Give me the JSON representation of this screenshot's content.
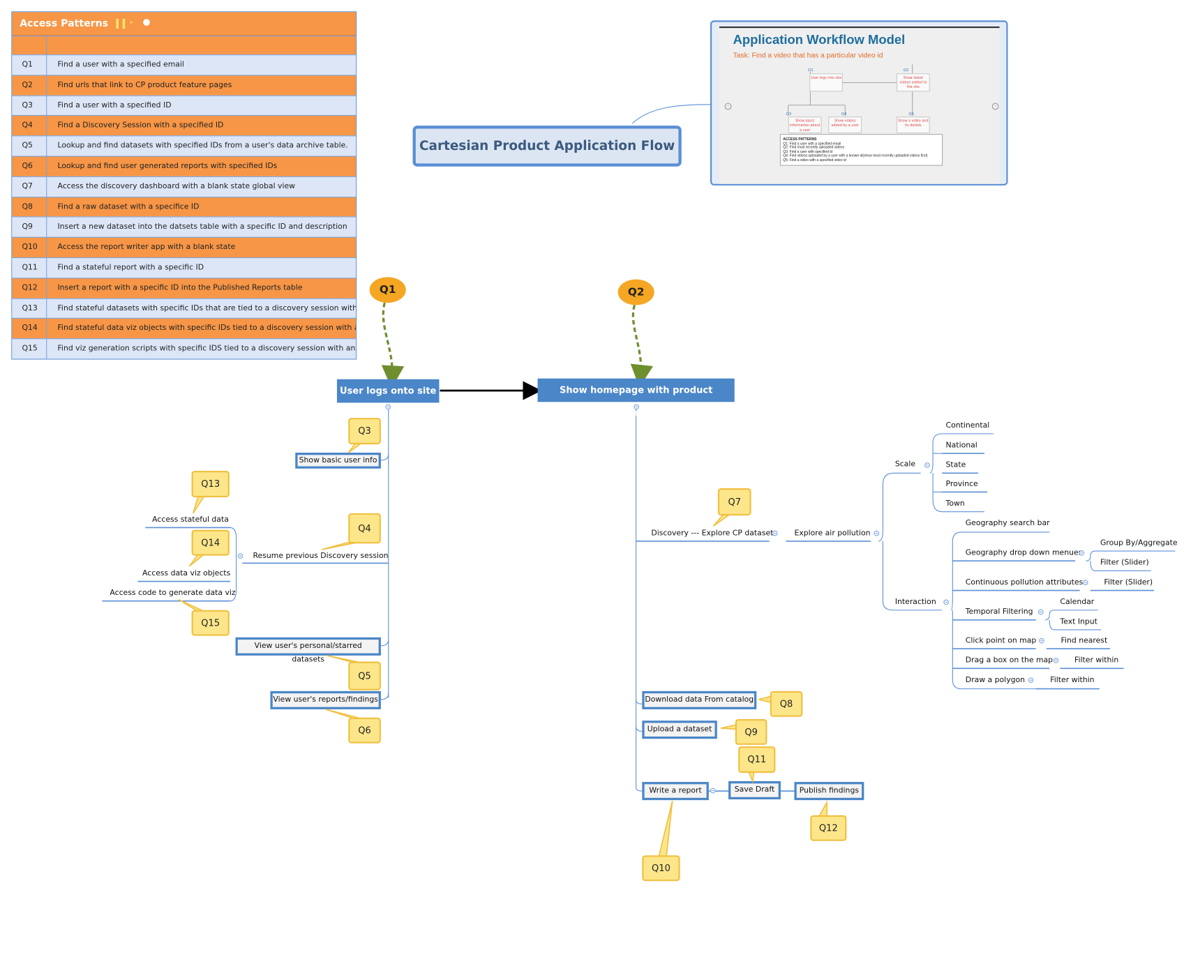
{
  "table": {
    "title": "Access Patterns",
    "rows": [
      {
        "id": "Q1",
        "text": "Find a user with a specified email"
      },
      {
        "id": "Q2",
        "text": "Find urls that link to CP product feature pages"
      },
      {
        "id": "Q3",
        "text": "Find a user with a specified ID"
      },
      {
        "id": "Q4",
        "text": "Find a Discovery Session with a specified ID"
      },
      {
        "id": "Q5",
        "text": "Lookup and find datasets with specified IDs from a user's data archive table."
      },
      {
        "id": "Q6",
        "text": "Lookup and find user generated reports with specified IDs"
      },
      {
        "id": "Q7",
        "text": "Access the discovery dashboard with a blank state global view"
      },
      {
        "id": "Q8",
        "text": "Find a raw dataset with a specifice ID"
      },
      {
        "id": "Q9",
        "text": "Insert a new dataset into the datsets table with a specific ID and description"
      },
      {
        "id": "Q10",
        "text": "Access the report writer app with a blank state"
      },
      {
        "id": "Q11",
        "text": "Find a stateful report with a specific ID"
      },
      {
        "id": "Q12",
        "text": "Insert a report with a specific ID into the Published Reports table"
      },
      {
        "id": "Q13",
        "text": "Find stateful datasets with specific IDs that are tied to a discovery session with an ID"
      },
      {
        "id": "Q14",
        "text": "Find stateful data viz objects with specific IDs tied to a discovery session with an ID"
      },
      {
        "id": "Q15",
        "text": "Find viz generation scripts with specific IDS tied to a discovery session with an ID"
      }
    ]
  },
  "title": "Cartesian Product Application Flow",
  "thumbnail": {
    "title": "Application Workflow Model",
    "task": "Task: Find a video that has a particular video id",
    "q1": "Q1",
    "q2": "Q2",
    "q3": "Q3",
    "q4": "Q4",
    "q5": "Q5",
    "box1": "User logs into site",
    "box2": "Show latest videos added to the site",
    "box3": "Show basic information about a user",
    "box4": "Show videos added by a user",
    "box5": "Show a video and its details",
    "ap_title": "ACCESS PATTERNS",
    "ap_lines": [
      "Q1: Find a user with a specified email",
      "Q2: Find most recently uploaded videos",
      "Q3: Find a user with specified id",
      "Q4: Find videos uploaded by a user with a known id(show most recently uploaded videos first)",
      "Q5: Find a video with a specified video id"
    ]
  },
  "markers": {
    "q1": "Q1",
    "q2": "Q2"
  },
  "nodes": {
    "login": "User logs onto site",
    "homepage": "Show homepage with product features",
    "show_basic": "Show basic user info",
    "resume": "Resume previous Discovery session",
    "access_stateful": "Access stateful data",
    "access_viz": "Access data viz objects",
    "access_code": "Access code to generate data viz",
    "view_datasets": "View user's personal/starred datasets",
    "view_reports": "View user's reports/findings",
    "discovery": "Discovery --- Explore CP datasets",
    "explore_air": "Explore air pollution",
    "scale": "Scale",
    "continental": "Continental",
    "national": "National",
    "state": "State",
    "province": "Province",
    "town": "Town",
    "interaction": "Interaction",
    "geo_search": "Geography search bar",
    "geo_drop": "Geography drop down menues",
    "group_by": "Group By/Aggregate",
    "filter_slider1": "Filter (Slider)",
    "cont_poll": "Continuous pollution attributes",
    "filter_slider2": "Filter (Slider)",
    "temporal": "Temporal Filtering",
    "calendar": "Calendar",
    "text_input": "Text Input",
    "click_point": "Click point on map",
    "find_nearest": "Find nearest",
    "drag_box": "Drag a box on the map",
    "filter_within1": "Filter within",
    "draw_poly": "Draw a polygon",
    "filter_within2": "Filter within",
    "download": "Download data From catalog",
    "upload": "Upload a dataset",
    "write_report": "Write a report",
    "save_draft": "Save Draft",
    "publish": "Publish findings"
  },
  "callouts": {
    "q3": "Q3",
    "q4": "Q4",
    "q5": "Q5",
    "q6": "Q6",
    "q7": "Q7",
    "q8": "Q8",
    "q9": "Q9",
    "q10": "Q10",
    "q11": "Q11",
    "q12": "Q12",
    "q13": "Q13",
    "q14": "Q14",
    "q15": "Q15"
  },
  "colors": {
    "table_orange": "#f79646",
    "table_blue": "#dce6f7",
    "node_blue": "#4a86c8",
    "marker_orange": "#f5a623",
    "callout_yellow": "#fde68a",
    "dashed_green": "#6f8f2f"
  }
}
